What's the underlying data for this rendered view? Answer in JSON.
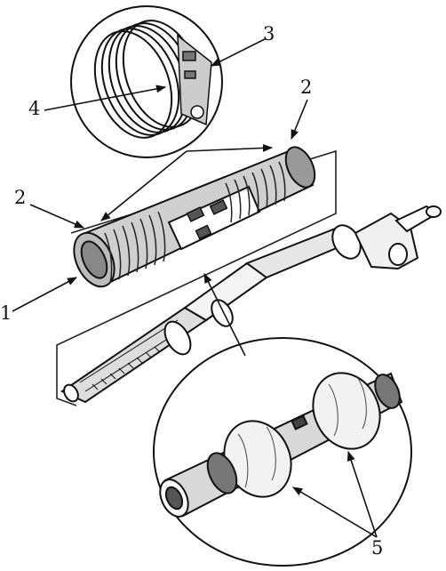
{
  "figure": {
    "callouts": [
      {
        "id": "c1",
        "text": "1"
      },
      {
        "id": "c2a",
        "text": "2"
      },
      {
        "id": "c2b",
        "text": "2"
      },
      {
        "id": "c3",
        "text": "3"
      },
      {
        "id": "c4",
        "text": "4"
      },
      {
        "id": "c5",
        "text": "5"
      }
    ]
  }
}
